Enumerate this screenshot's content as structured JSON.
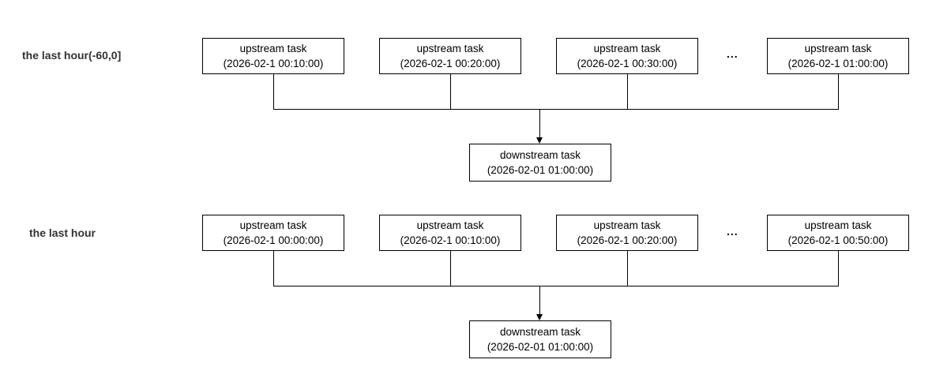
{
  "diagram": {
    "background": "#ffffff",
    "line_color": "#000000",
    "box_border_color": "#000000",
    "box_text_color": "#000000",
    "label_text_color": "#333333",
    "sections": [
      {
        "label": "the last hour(-60,0]",
        "ellipsis": "...",
        "upstream": [
          {
            "title": "upstream task",
            "time": "(2026-02-1 00:10:00)"
          },
          {
            "title": "upstream task",
            "time": "(2026-02-1 00:20:00)"
          },
          {
            "title": "upstream task",
            "time": "(2026-02-1 00:30:00)"
          },
          {
            "title": "upstream task",
            "time": "(2026-02-1 01:00:00)"
          }
        ],
        "downstream": {
          "title": "downstream task",
          "time": "(2026-02-01 01:00:00)"
        }
      },
      {
        "label": "the last hour",
        "ellipsis": "...",
        "upstream": [
          {
            "title": "upstream task",
            "time": "(2026-02-1 00:00:00)"
          },
          {
            "title": "upstream task",
            "time": "(2026-02-1 00:10:00)"
          },
          {
            "title": "upstream task",
            "time": "(2026-02-1 00:20:00)"
          },
          {
            "title": "upstream task",
            "time": "(2026-02-1 00:50:00)"
          }
        ],
        "downstream": {
          "title": "downstream task",
          "time": "(2026-02-01 01:00:00)"
        }
      }
    ]
  }
}
